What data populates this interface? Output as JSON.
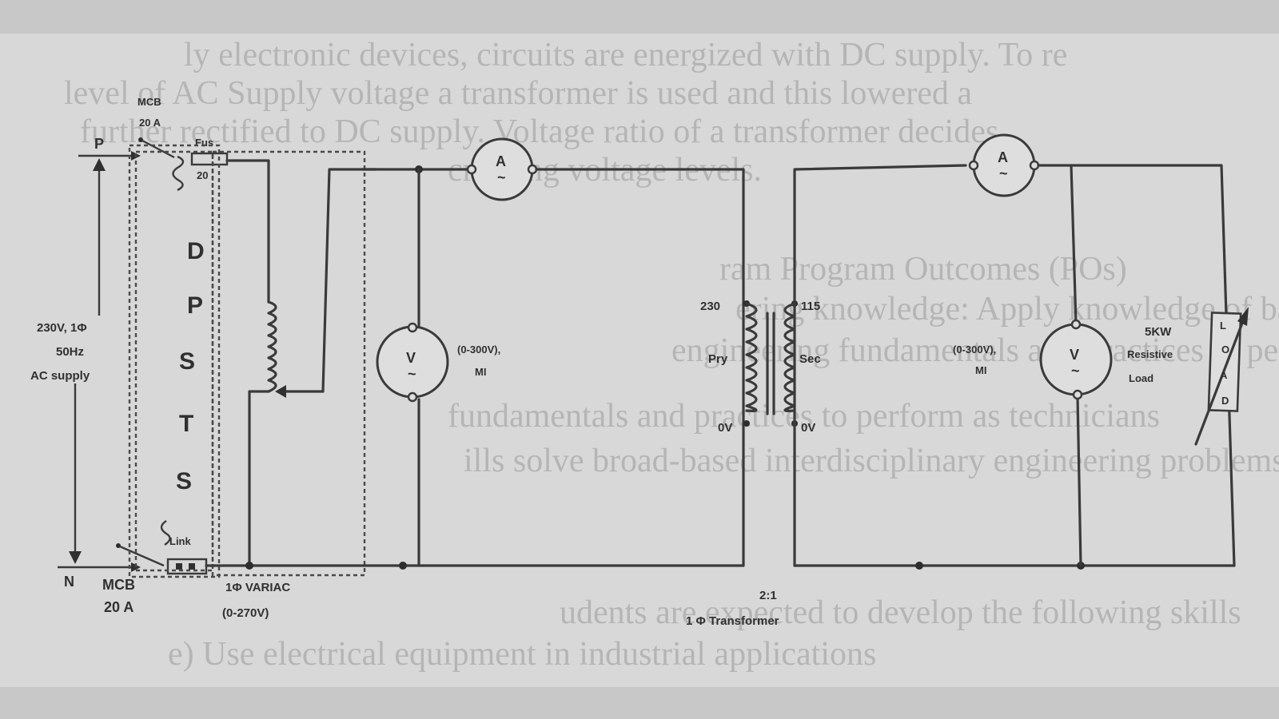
{
  "background_text": [
    "ly electronic devices, circuits are energized with DC supply. To re",
    "level of AC Supply voltage a transformer is used and this lowered a",
    "further rectified to DC supply. Voltage ratio of a transformer decides",
    "creasing voltage levels.",
    "ram Program Outcomes (POs)",
    "ering knowledge: Apply knowledge of basic electrical",
    "engineering fundamentals and practices to perform as techn",
    "fundamentals and practices to perform as technicians",
    "ills solve broad-based interdisciplinary engineering problems",
    "udents are expected to develop the following skills",
    "e) Use electrical equipment in industrial applications"
  ],
  "supply": {
    "p_label": "P",
    "n_label": "N",
    "rating_line1": "230V, 1Φ",
    "rating_line2": "50Hz",
    "rating_line3": "AC supply"
  },
  "mcb_top": {
    "line1": "MCB",
    "line2": "20 A"
  },
  "mcb_bottom": {
    "line1": "MCB",
    "line2": "20 A"
  },
  "fuse": {
    "label": "Fus",
    "rating": "20"
  },
  "link": {
    "label": "Link"
  },
  "dpst": {
    "letters": [
      "D",
      "P",
      "S",
      "T",
      "S"
    ]
  },
  "variac": {
    "line1": "1Φ VARIAC",
    "line2": "(0-270V)"
  },
  "ammeter_primary": {
    "symbol": "A",
    "wave": "~"
  },
  "voltmeter_primary": {
    "symbol": "V",
    "wave": "~",
    "range": "(0-300V),",
    "type": "MI"
  },
  "transformer": {
    "pri_top": "230",
    "sec_top": "115",
    "pri_label": "Pry",
    "sec_label": "Sec",
    "pri_bottom": "0V",
    "sec_bottom": "0V",
    "ratio": "2:1",
    "name": "1 Φ Transformer"
  },
  "ammeter_secondary": {
    "symbol": "A",
    "wave": "~"
  },
  "voltmeter_secondary": {
    "symbol": "V",
    "wave": "~",
    "range": "(0-300V),",
    "type": "MI"
  },
  "load": {
    "rating": "5KW",
    "type_line1": "Resistive",
    "type_line2": "Load",
    "letters": [
      "L",
      "O",
      "A",
      "D"
    ]
  },
  "colors": {
    "ink": "#3a3a3a",
    "paper": "#d8d8d8"
  }
}
